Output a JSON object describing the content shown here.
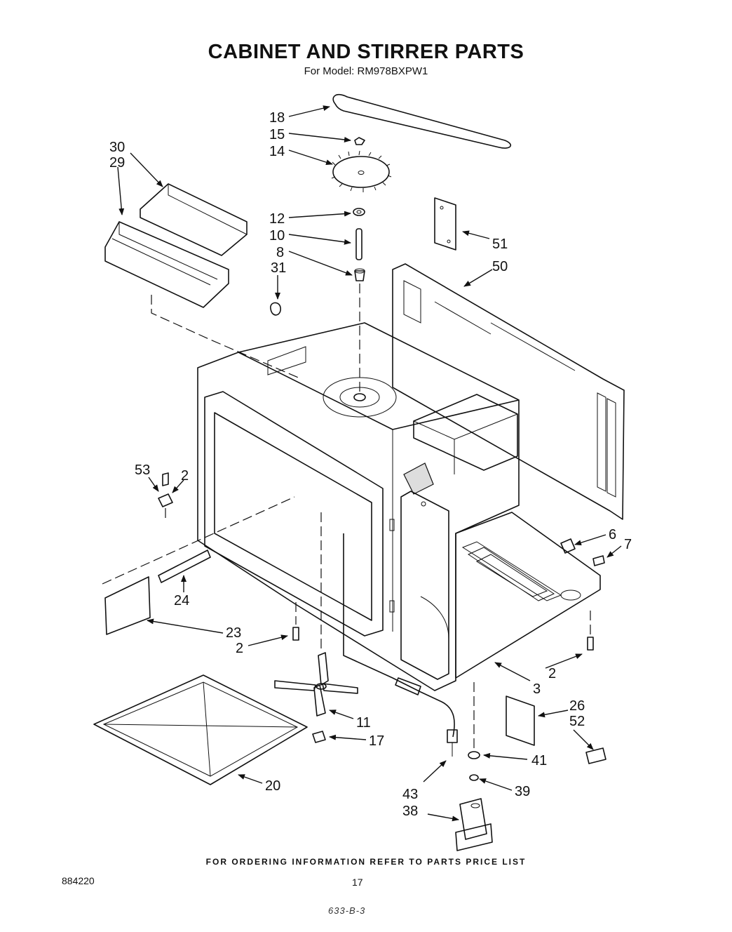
{
  "header": {
    "title": "CABINET AND STIRRER PARTS",
    "model": "For Model: RM978BXPW1"
  },
  "parts": [
    {
      "id": "p18",
      "number": "18"
    },
    {
      "id": "p15",
      "number": "15"
    },
    {
      "id": "p14",
      "number": "14"
    },
    {
      "id": "p30",
      "number": "30"
    },
    {
      "id": "p29",
      "number": "29"
    },
    {
      "id": "p12",
      "number": "12"
    },
    {
      "id": "p10",
      "number": "10"
    },
    {
      "id": "p8",
      "number": "8"
    },
    {
      "id": "p31",
      "number": "31"
    },
    {
      "id": "p51",
      "number": "51"
    },
    {
      "id": "p50",
      "number": "50"
    },
    {
      "id": "p53",
      "number": "53"
    },
    {
      "id": "p2a",
      "number": "2"
    },
    {
      "id": "p6",
      "number": "6"
    },
    {
      "id": "p7",
      "number": "7"
    },
    {
      "id": "p24",
      "number": "24"
    },
    {
      "id": "p23",
      "number": "23"
    },
    {
      "id": "p2b",
      "number": "2"
    },
    {
      "id": "p2c",
      "number": "2"
    },
    {
      "id": "p3",
      "number": "3"
    },
    {
      "id": "p26",
      "number": "26"
    },
    {
      "id": "p52",
      "number": "52"
    },
    {
      "id": "p11",
      "number": "11"
    },
    {
      "id": "p17",
      "number": "17"
    },
    {
      "id": "p41",
      "number": "41"
    },
    {
      "id": "p20",
      "number": "20"
    },
    {
      "id": "p43",
      "number": "43"
    },
    {
      "id": "p39",
      "number": "39"
    },
    {
      "id": "p38",
      "number": "38"
    }
  ],
  "footer": {
    "ordering_note": "FOR ORDERING INFORMATION REFER TO PARTS PRICE LIST",
    "doc_number": "884220",
    "page_number": "17",
    "handwritten_note": "633-B-3"
  }
}
